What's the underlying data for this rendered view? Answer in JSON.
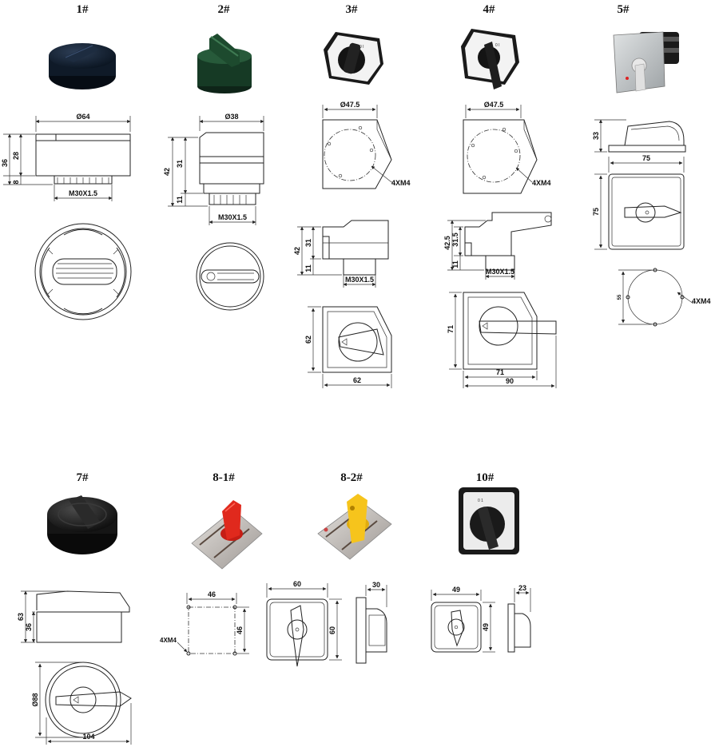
{
  "titles": {
    "t1": "1#",
    "t2": "2#",
    "t3": "3#",
    "t4": "4#",
    "t5": "5#",
    "t7": "7#",
    "t81": "8-1#",
    "t82": "8-2#",
    "t10": "10#"
  },
  "dims": {
    "d1_dia": "Ø64",
    "d1_36": "36",
    "d1_28": "28",
    "d1_8": "8",
    "d1_thread": "M30X1.5",
    "d2_dia": "Ø38",
    "d2_42": "42",
    "d2_31": "31",
    "d2_11": "11",
    "d2_thread": "M30X1.5",
    "d3_dia": "Ø47.5",
    "d3_holes": "4XM4",
    "d3_42": "42",
    "d3_31": "31",
    "d3_11": "11",
    "d3_thread": "M30X1.5",
    "d3_62h": "62",
    "d3_62w": "62",
    "d4_dia": "Ø47.5",
    "d4_holes": "4XM4",
    "d4_425": "42.5",
    "d4_315": "31.5",
    "d4_11": "11",
    "d4_thread": "M30X1.5",
    "d4_71h": "71",
    "d4_71w": "71",
    "d4_90": "90",
    "d5_33": "33",
    "d5_75w": "75",
    "d5_75h": "75",
    "d5_holes": "4XM4",
    "d5_small": "55",
    "d7_63": "63",
    "d7_36": "36",
    "d7_88": "Ø88",
    "d7_104": "104",
    "d8_46w": "46",
    "d8_46h": "46",
    "d8_holes": "4XM4",
    "d8_60w": "60",
    "d8_60h": "60",
    "d8_30": "30",
    "d10_49w": "49",
    "d10_49h": "49",
    "d10_23": "23"
  },
  "colors": {
    "knob_black": "#1c1c1c",
    "knob_green": "#1f4a2e",
    "handle_red": "#d8261c",
    "handle_yellow": "#f2c21a",
    "plate_silver": "#b9b4b0",
    "plate_grey": "#c9cccd"
  }
}
